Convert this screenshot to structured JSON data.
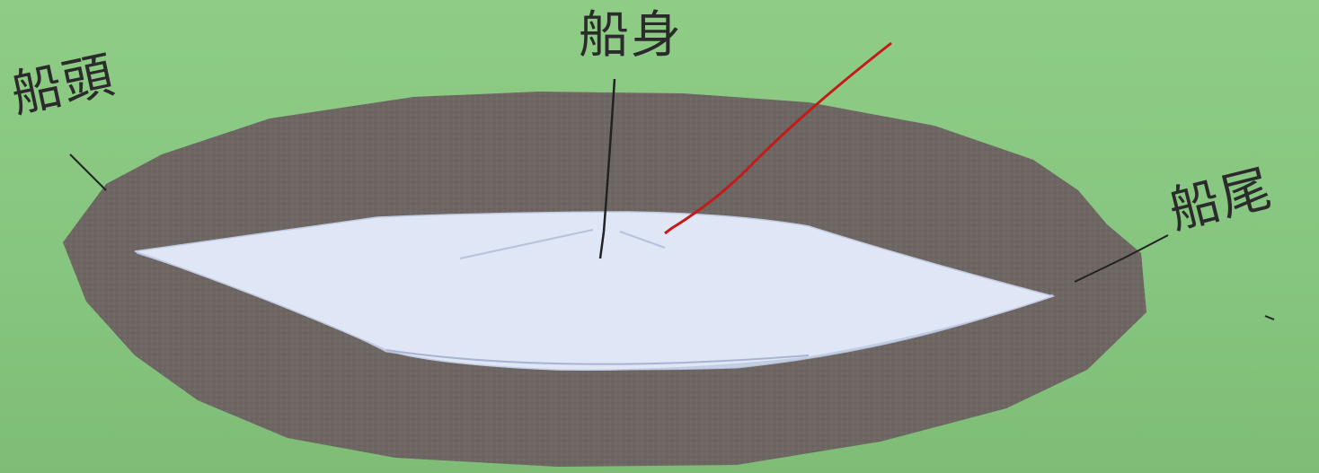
{
  "labels": {
    "bow": "船頭",
    "hull": "船身",
    "stern": "船尾"
  },
  "colors": {
    "background": "#86c57f",
    "card": "#6e6763",
    "paper_boat": "#dfe6f5",
    "ink": "#2b2b2b",
    "red_line": "#c41a1a"
  }
}
